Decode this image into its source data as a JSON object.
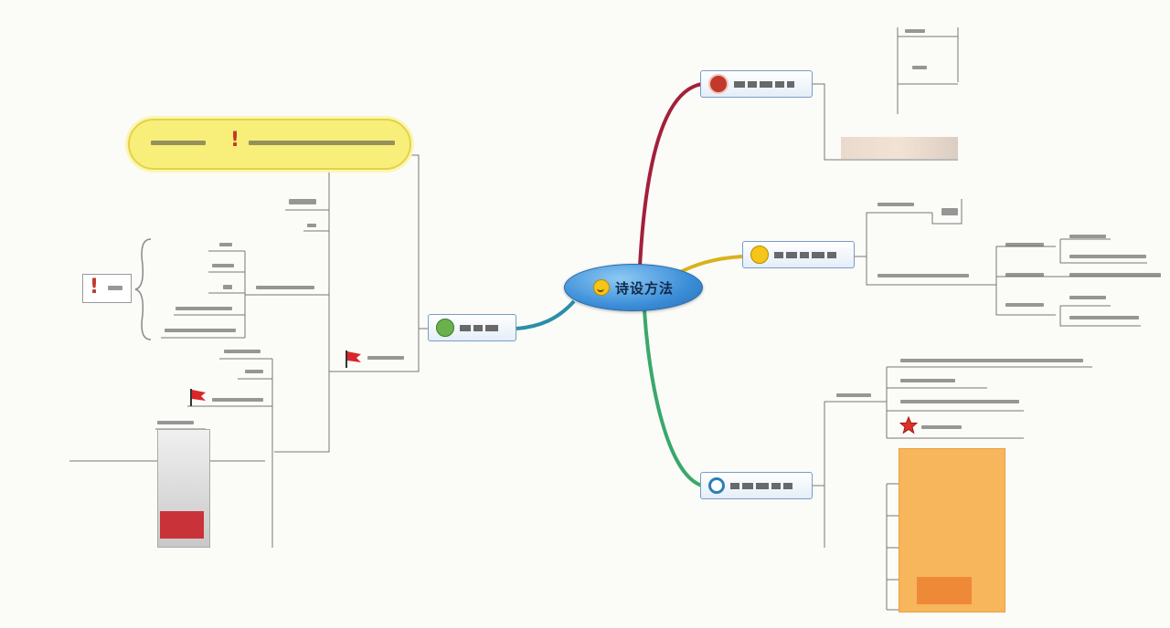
{
  "central": {
    "title": "诗设方法",
    "icon": "smile-icon"
  },
  "branches": [
    {
      "id": "top-right",
      "icon": "red-alert-icon",
      "color": "#c0392b"
    },
    {
      "id": "mid-right",
      "icon": "yellow-smile-icon",
      "color": "#f5c518"
    },
    {
      "id": "bottom-right",
      "icon": "blue-info-icon",
      "color": "#2c7fb8"
    },
    {
      "id": "left",
      "icon": "green-check-icon",
      "color": "#6ab04c"
    }
  ],
  "edge_colors": {
    "top_right": "#a3203a",
    "mid_right": "#d9b21b",
    "bottom_right": "#3aa86a",
    "left": "#2a8fa8"
  }
}
